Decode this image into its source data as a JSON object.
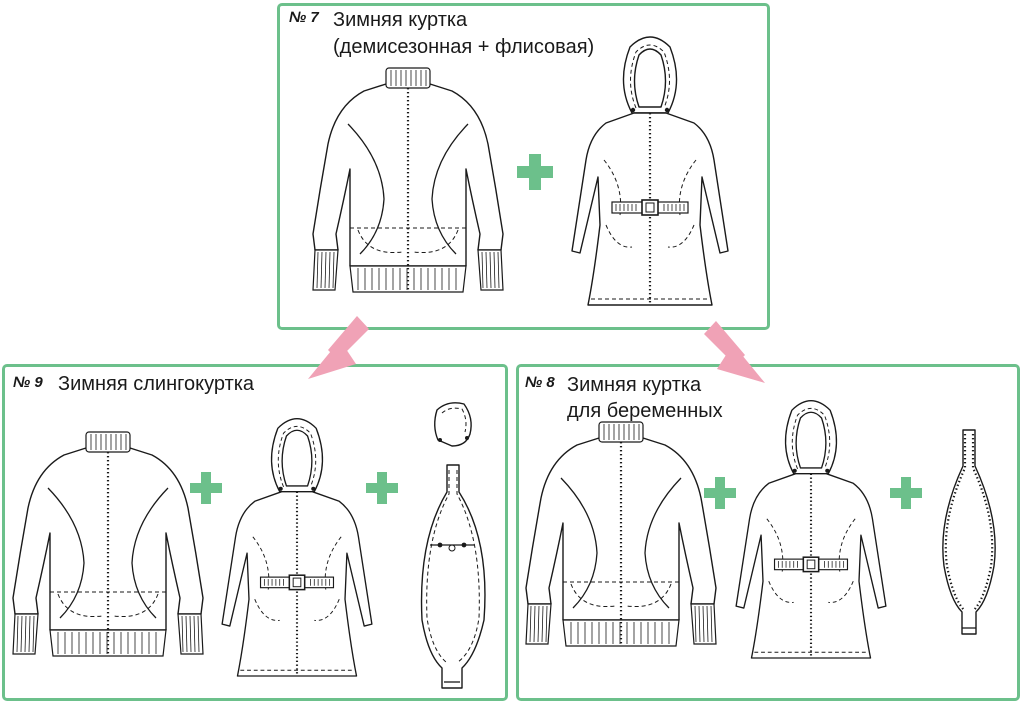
{
  "panels": {
    "top": {
      "number": "№ 7",
      "title_line1": "Зимняя куртка",
      "title_line2": "(демисезонная + флисовая)"
    },
    "left": {
      "number": "№ 9",
      "title_line1": "Зимняя слингокуртка"
    },
    "right": {
      "number": "№ 8",
      "title_line1": "Зимняя куртка",
      "title_line2": "для беременных"
    }
  },
  "colors": {
    "border": "#6cc08b",
    "plus": "#6cc08b",
    "arrow": "#f0a2b6",
    "ink": "#1a1a1a"
  },
  "icons": [
    "plus-icon",
    "arrow-down-left-icon",
    "arrow-down-right-icon"
  ]
}
